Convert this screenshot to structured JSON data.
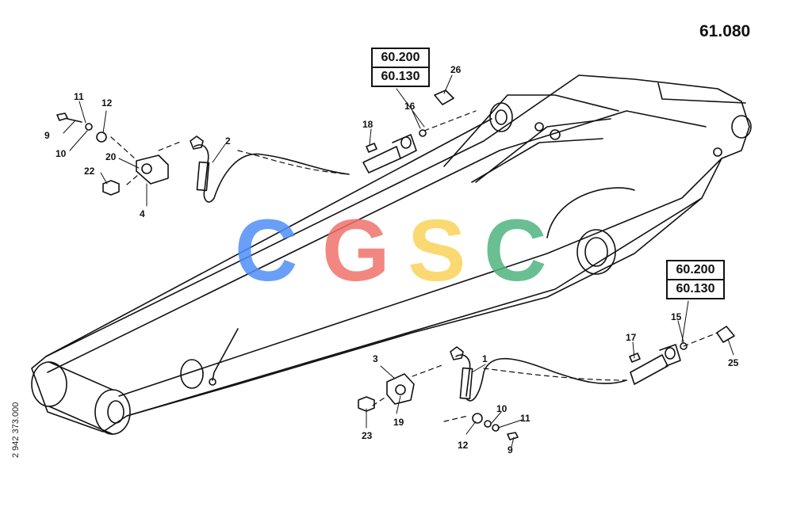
{
  "page_code": "61.080",
  "doc_number": "2 942 373.000",
  "reference_boxes": [
    {
      "refs": [
        "60.200",
        "60.130"
      ]
    },
    {
      "refs": [
        "60.200",
        "60.130"
      ]
    }
  ],
  "callouts": {
    "p1": "1",
    "p2": "2",
    "p3": "3",
    "p4": "4",
    "p9a": "9",
    "p9b": "9",
    "p10a": "10",
    "p10b": "10",
    "p11a": "11",
    "p11b": "11",
    "p12a": "12",
    "p12b": "12",
    "p15": "15",
    "p16": "16",
    "p17": "17",
    "p18": "18",
    "p19": "19",
    "p20": "20",
    "p22": "22",
    "p23": "23",
    "p25": "25",
    "p26": "26"
  },
  "watermark": {
    "letters": [
      "C",
      "G",
      "S",
      "C"
    ],
    "colors": [
      "#4f8ff7",
      "#f0716a",
      "#fbd35a",
      "#4fb57e"
    ]
  }
}
